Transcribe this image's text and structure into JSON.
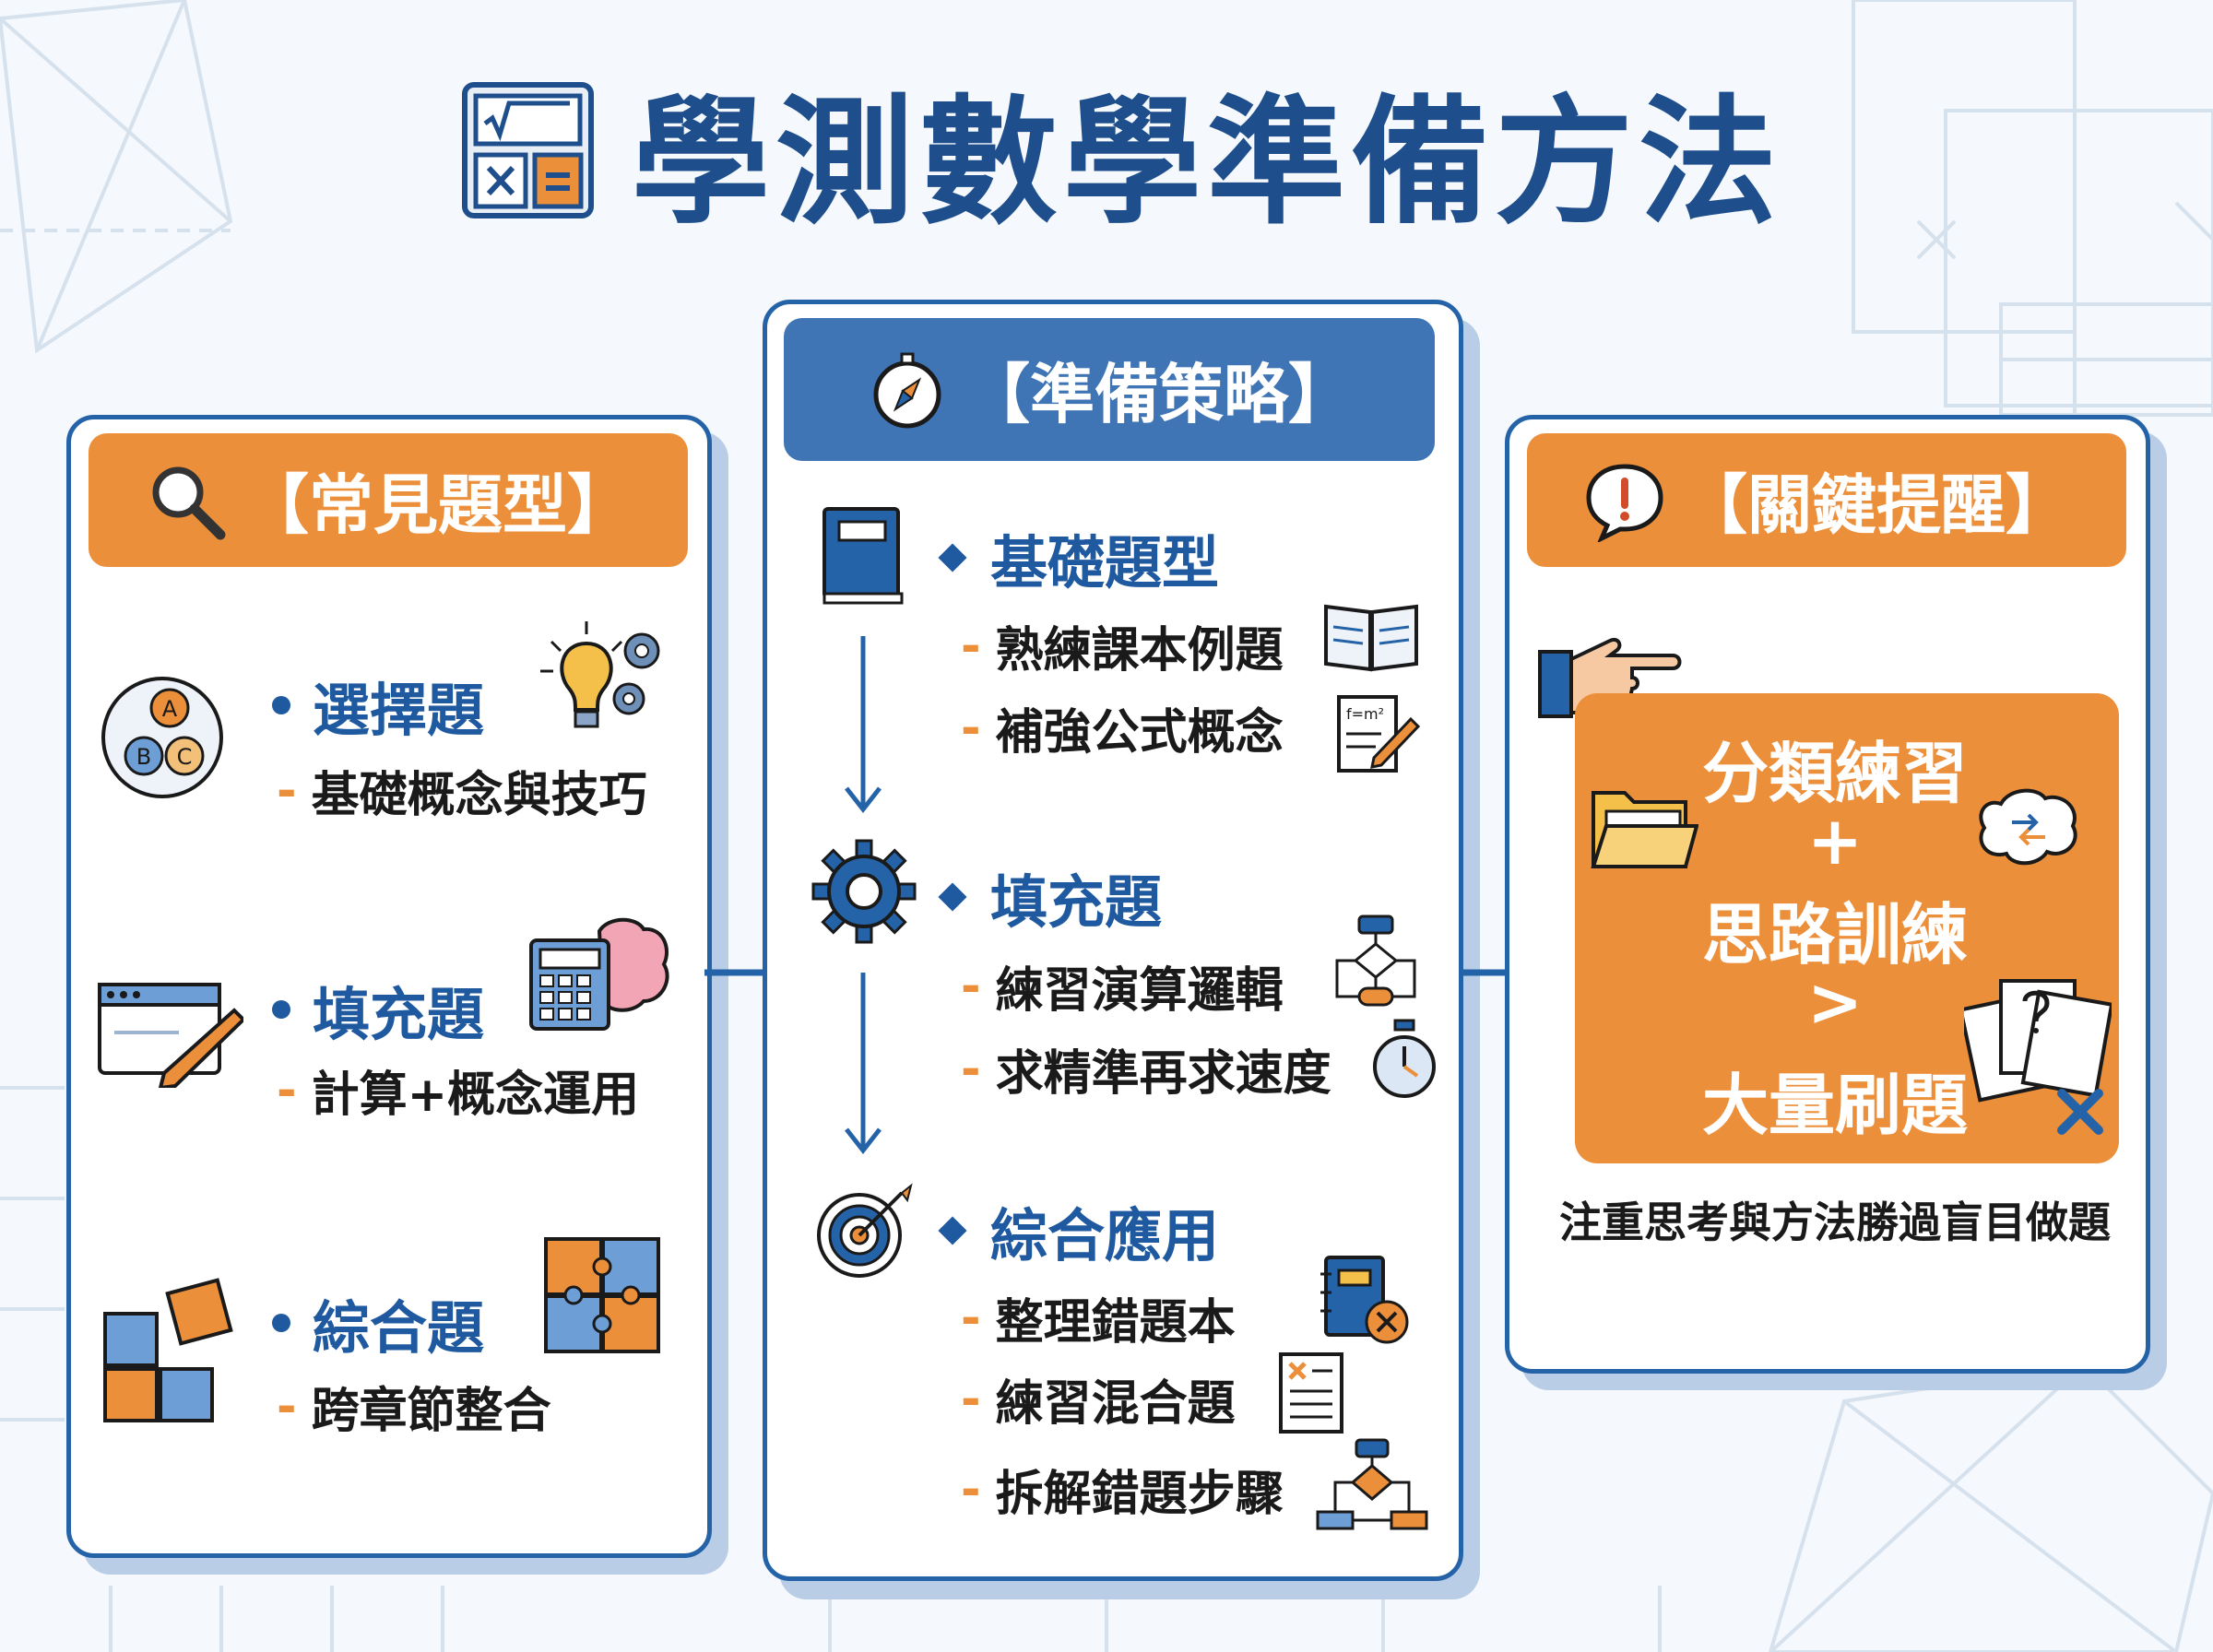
{
  "title": "學測數學準備方法",
  "panels": {
    "common_types": {
      "header": "【常見題型】",
      "items": [
        {
          "title": "選擇題",
          "sub": "基礎概念與技巧"
        },
        {
          "title": "填充題",
          "sub": "計算+概念運用"
        },
        {
          "title": "綜合題",
          "sub": "跨章節整合"
        }
      ]
    },
    "strategy": {
      "header": "【準備策略】",
      "sections": [
        {
          "title": "基礎題型",
          "subs": [
            "熟練課本例題",
            "補強公式概念"
          ]
        },
        {
          "title": "填充題",
          "subs": [
            "練習演算邏輯",
            "求精準再求速度"
          ]
        },
        {
          "title": "綜合應用",
          "subs": [
            "整理錯題本",
            "練習混合題",
            "拆解錯題步驟"
          ]
        }
      ]
    },
    "key_reminder": {
      "header": "【關鍵提醒】",
      "lines": [
        "分類練習",
        "+",
        "思路訓練",
        ">",
        "大量刷題"
      ],
      "note": "注重思考與方法勝過盲目做題"
    }
  },
  "icon_labels": {
    "abc": [
      "A",
      "B",
      "C"
    ],
    "formula": "f=m²"
  },
  "colors": {
    "primary_blue": "#1f5aa0",
    "border_blue": "#2563a8",
    "header_blue": "#3f74b5",
    "accent_orange": "#ec8f3a"
  }
}
